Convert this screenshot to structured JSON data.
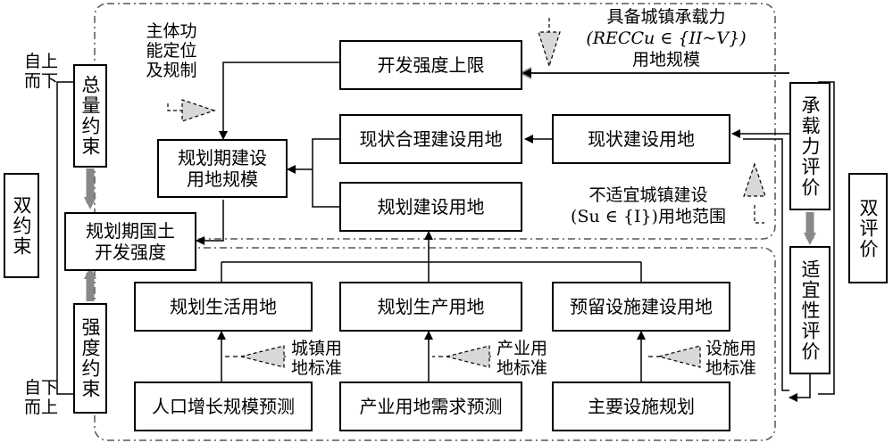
{
  "boxes": {
    "upper_limit": "开发强度上限",
    "current_reasonable": "现状合理建设用地",
    "current_construction": "现状建设用地",
    "planned_scale": "规划期建设\n用地规模",
    "planned_construction": "规划建设用地",
    "land_intensity": "规划期国土\n开发强度",
    "living_land": "规划生活用地",
    "production_land": "规划生产用地",
    "reserved_facility": "预留设施建设用地",
    "population_forecast": "人口增长规模预测",
    "industry_demand": "产业用地需求预测",
    "facility_plan": "主要设施规划",
    "total_constraint": "总量约束",
    "intensity_constraint": "强度约束",
    "dual_constraint": "双约束",
    "dual_evaluation": "双评价",
    "capacity_eval": "承载力评价",
    "suitability_eval": "适宜性评价"
  },
  "labels": {
    "top_down": "自上\n而下",
    "bottom_up": "自下\n而上",
    "main_function": "主体功\n能定位\n及规制",
    "capacity_line1": "具备城镇承载力",
    "capacity_line2": "(RECCu ∈ {II~V})",
    "capacity_line3": "用地规模",
    "unsuitable_line1": "不适宜城镇建设",
    "unsuitable_line2": "(Su ∈ {I})用地范围",
    "urban_standard": "城镇用\n地标准",
    "industry_standard": "产业用\n地标准",
    "facility_standard": "设施用\n地标准"
  }
}
